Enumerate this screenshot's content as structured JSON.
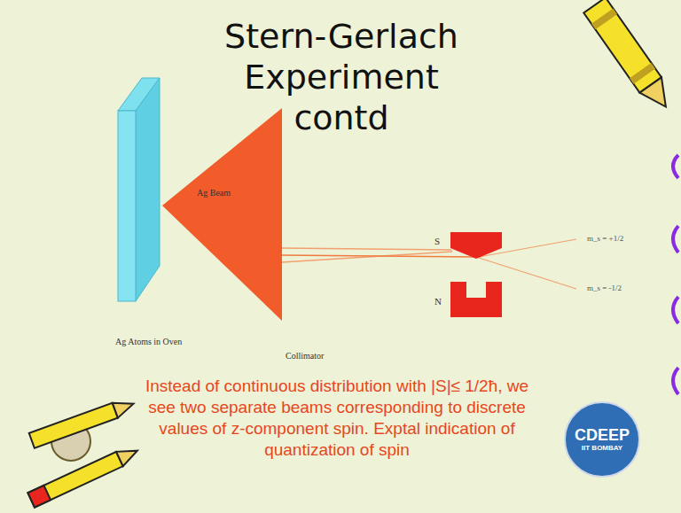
{
  "diagram": {
    "title": "Stern-Gerlach Experiment contd",
    "caption": "Instead of continuous distribution with |S|≤ 1/2ħ, we see two separate beams corresponding to discrete values of z-component spin. Exptal indication of quantization of spin",
    "nodes": [
      {
        "text": [
          "CDEEP",
          "IIT BOMBAY"
        ]
      }
    ],
    "labels": [
      "Ag Beam",
      "Ag Atoms in Oven",
      "Collimator",
      "S",
      "N",
      "m_s = +1/2",
      "m_s = -1/2"
    ]
  }
}
